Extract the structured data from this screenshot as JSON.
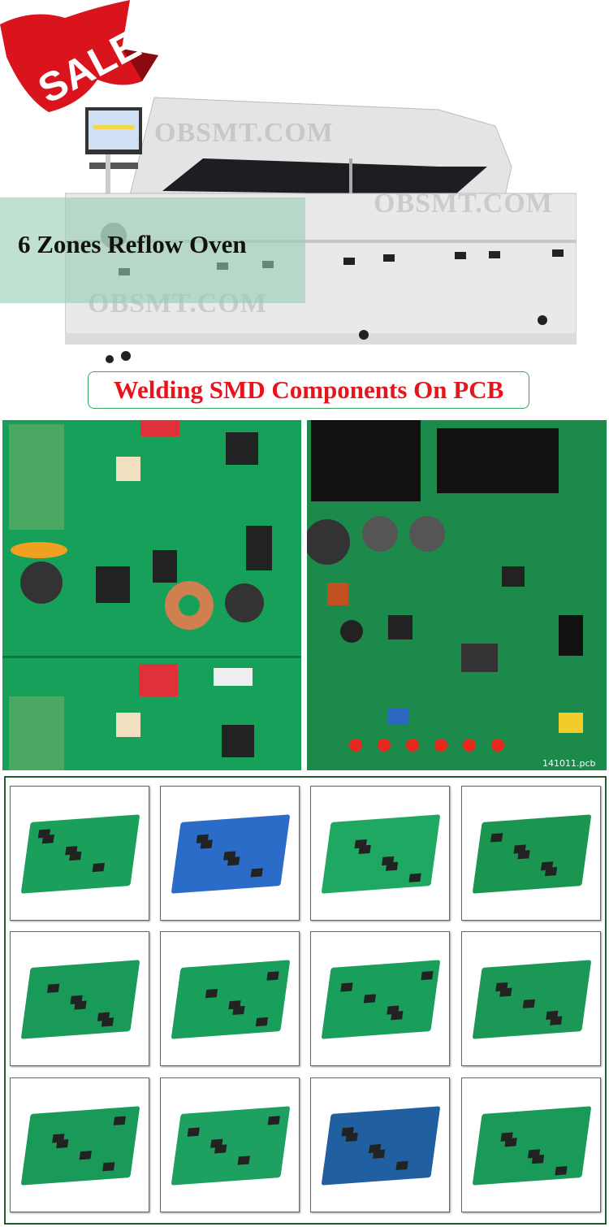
{
  "sale_badge": {
    "label": "SALE",
    "color": "#e0141c"
  },
  "watermark": "OBSMT.COM",
  "headline": {
    "text": "6 Zones Reflow Oven",
    "overlay_color": "#96cdb4"
  },
  "subtitle": {
    "text": "Welding SMD Components On PCB",
    "text_color": "#e8141c",
    "border_color": "#3aa35a"
  },
  "closeups": [
    {
      "name": "pcb-closeup-left",
      "color": "#18a25e"
    },
    {
      "name": "pcb-closeup-right",
      "color": "#1c8a4a",
      "label": "141011.pcb"
    }
  ],
  "gallery": {
    "border_color": "#1f5e2a",
    "boards": [
      "#1aa05a",
      "#2a6cc8",
      "#1ea862",
      "#1a9650",
      "#1a9a58",
      "#1a9e5c",
      "#1a9e5c",
      "#1b9856",
      "#1a9a58",
      "#1ea060",
      "#2060a0",
      "#1a9a58"
    ]
  }
}
